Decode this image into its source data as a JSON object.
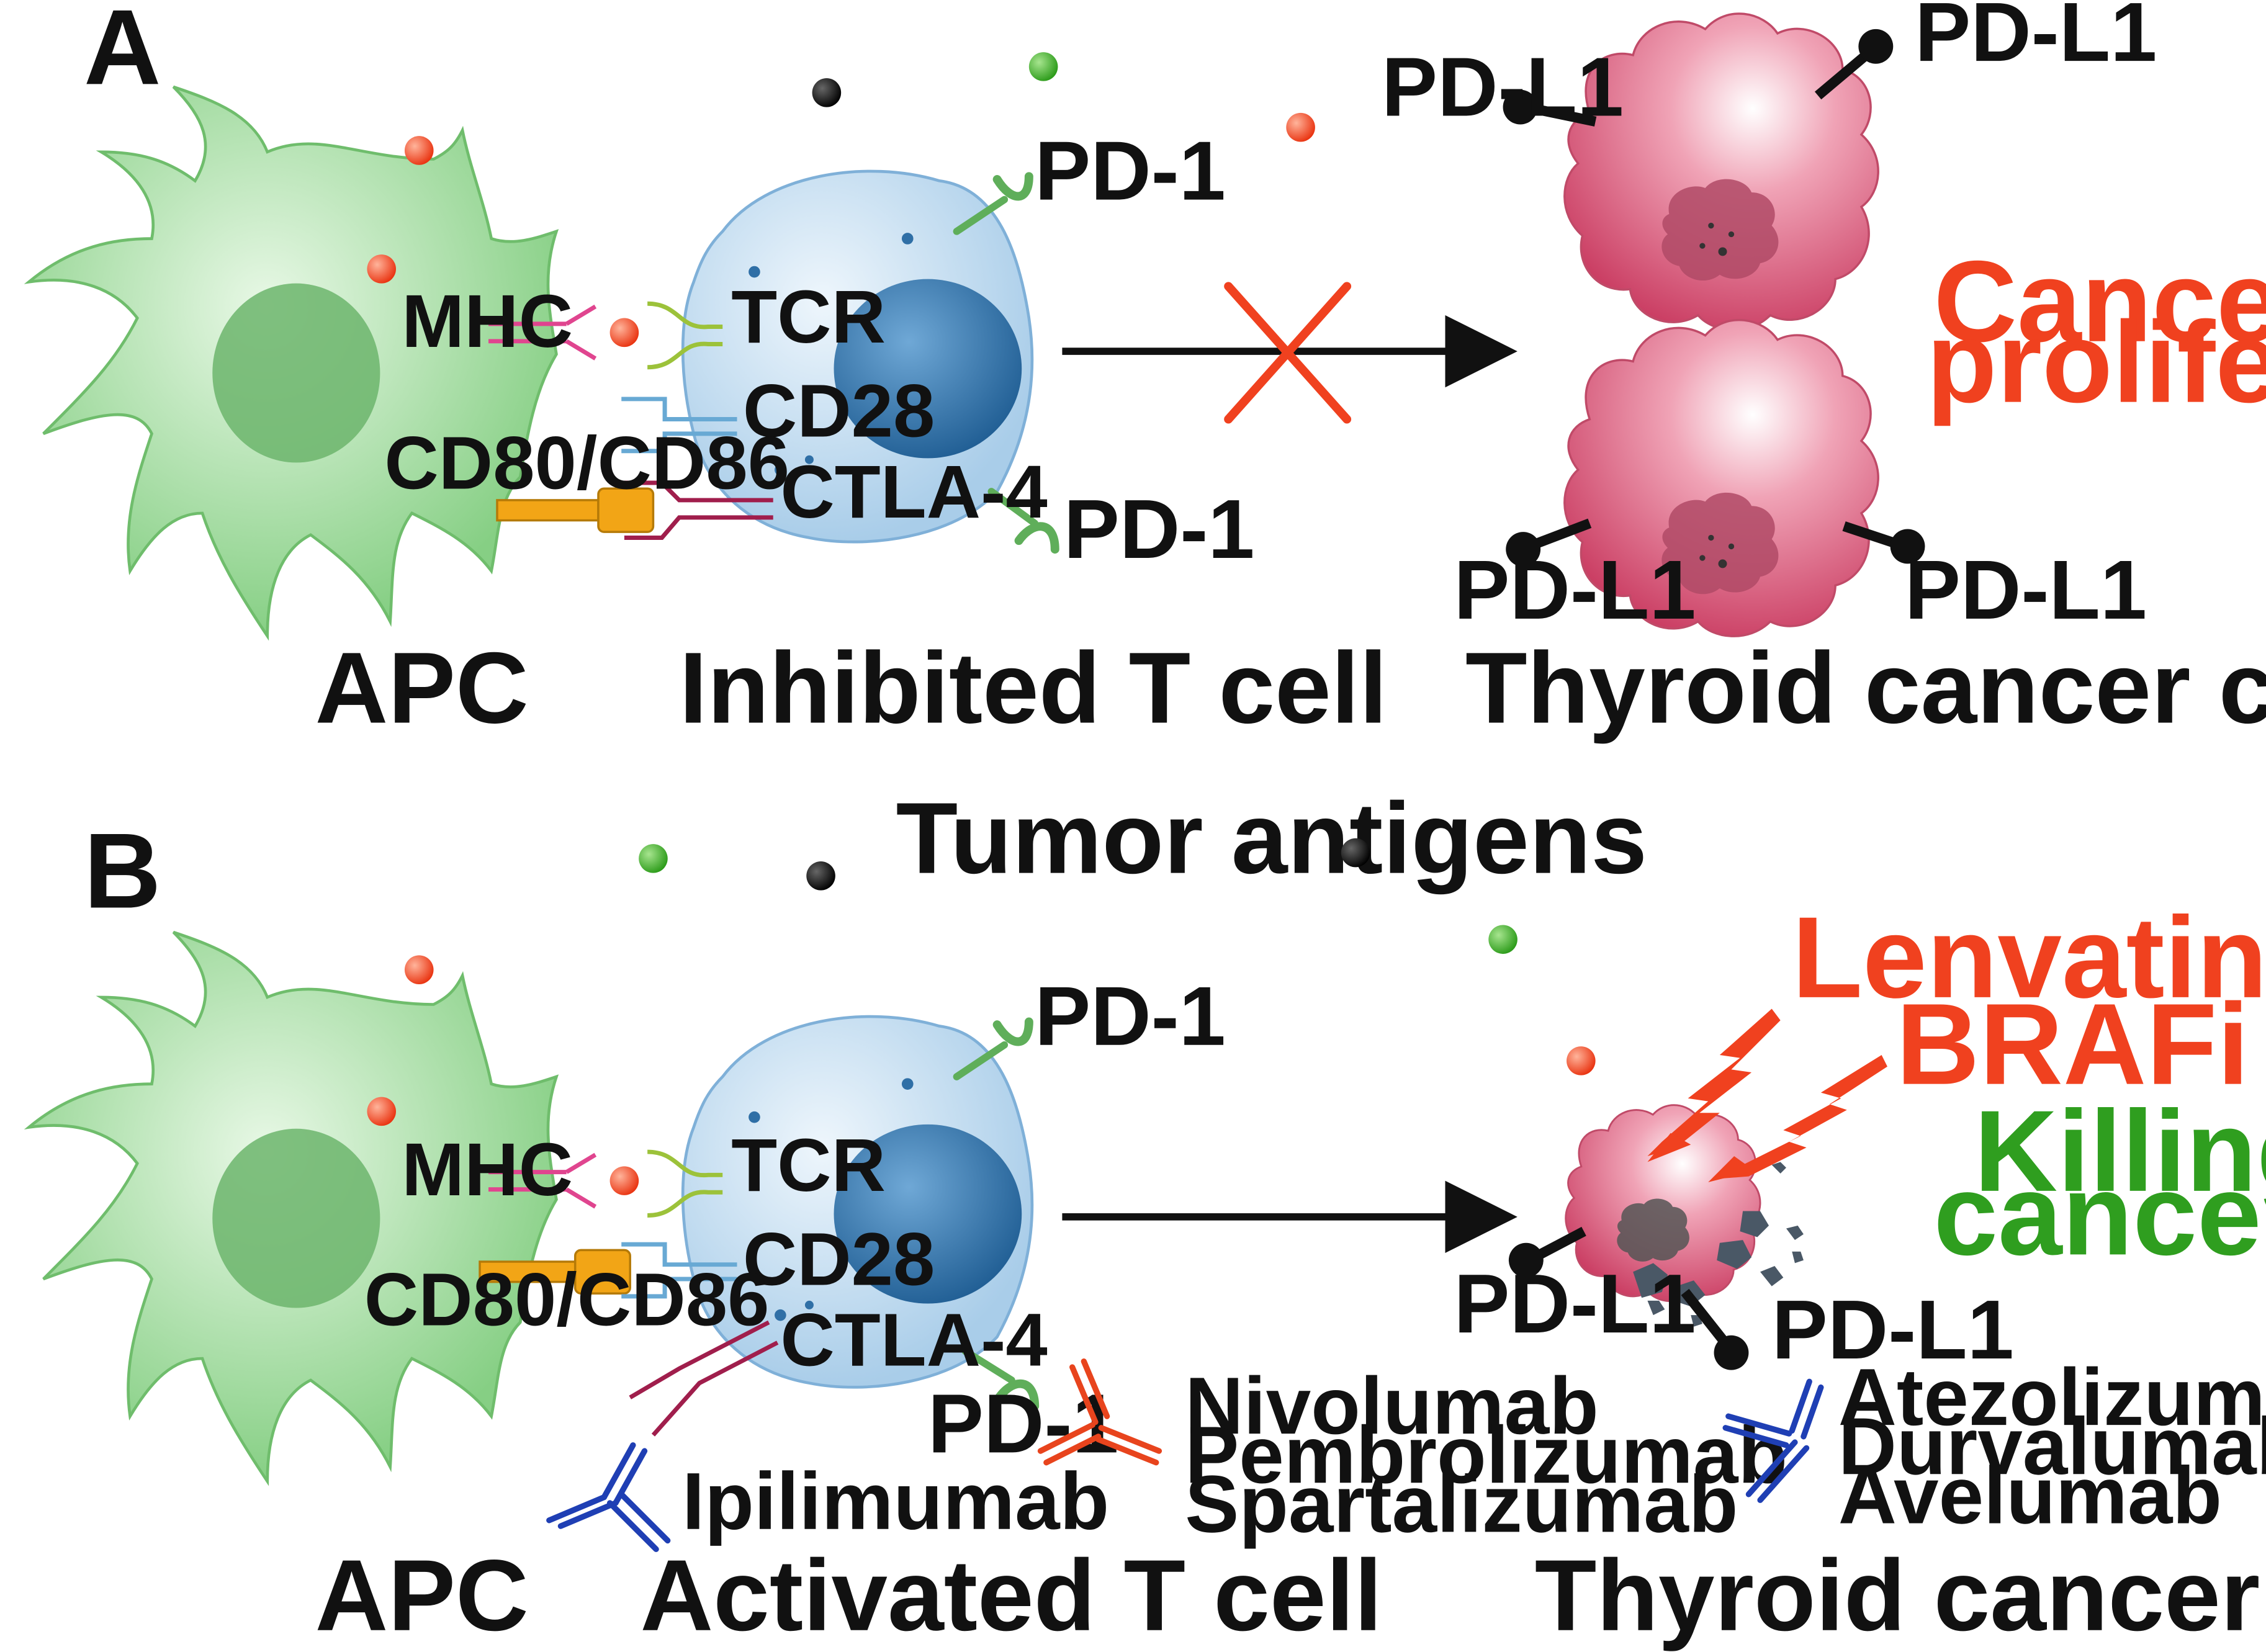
{
  "panels": {
    "a": "A",
    "b": "B"
  },
  "panel_a": {
    "apc": "APC",
    "t_cell": "Inhibited  T cell",
    "tumor": "Thyroid  cancer  cell",
    "mhc": "MHC",
    "tcr": "TCR",
    "cd28": "CD28",
    "cd80_86": "CD80/CD86",
    "ctla4": "CTLA-4",
    "pd1_top": "PD-1",
    "pd1_bottom": "PD-1",
    "pdl1_upper_left": "PD-L1",
    "pdl1_upper_right": "PD-L1",
    "pdl1_lower_left": "PD-L1",
    "pdl1_lower_right": "PD-L1",
    "outcome_line1": "Cancer  cell",
    "outcome_line2": "proliferation"
  },
  "panel_b": {
    "tumor_antigens": "Tumor  antigens",
    "apc": "APC",
    "t_cell": "Activated  T cell",
    "tumor": "Thyroid  cancer",
    "mhc": "MHC",
    "tcr": "TCR",
    "cd28": "CD28",
    "cd80_86": "CD80/CD86",
    "ctla4": "CTLA-4",
    "pd1_top": "PD-1",
    "pd1_bottom": "PD-1",
    "pdl1_left": "PD-L1",
    "pdl1_right": "PD-L1",
    "lenvatinib": "Lenvatinib",
    "brafi": "BRAFi",
    "outcome_line1": "Killing  of",
    "outcome_line2": "cancer  cells",
    "ipilimumab": "Ipilimumab",
    "anti_pd1": [
      "Nivolumab",
      "Pembrolizumab",
      "Spartalizumab"
    ],
    "anti_pdl1": [
      "Atezolizumab",
      "Durvalumab",
      "Avelumab"
    ]
  },
  "colors": {
    "apc": "#8fd48c",
    "t_cell": "#bcd9ef",
    "t_cell_nucleus": "#2f6fa6",
    "tumor": "#d8506f",
    "mhc": "#e0458f",
    "tcr": "#9cc23a",
    "cd28": "#68a9d4",
    "ctla4": "#a01e4c",
    "cd80_86": "#f2a516",
    "pd1": "#5fae5a",
    "pdl1": "#111111",
    "ipilimumab": "#1f3fb4",
    "anti_pd1": "#e8441d",
    "anti_pdl1": "#1f3fb4",
    "alert_red": "#f0411f",
    "success_green": "#2f9e1f",
    "antigen_red": "#f0411f",
    "antigen_green": "#2fa020",
    "antigen_black": "#111111"
  }
}
